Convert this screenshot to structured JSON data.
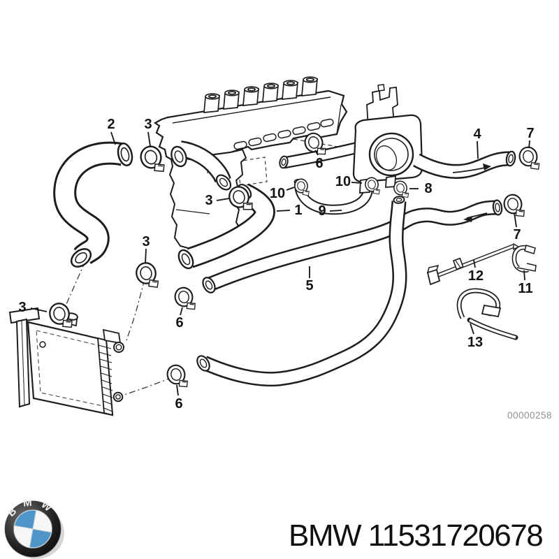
{
  "diagram": {
    "watermark": "00000258",
    "ink_color": "#1d1d1d",
    "callouts": [
      {
        "label": "2"
      },
      {
        "label": "3"
      },
      {
        "label": "3"
      },
      {
        "label": "3"
      },
      {
        "label": "3"
      },
      {
        "label": "1"
      },
      {
        "label": "9"
      },
      {
        "label": "10"
      },
      {
        "label": "10"
      },
      {
        "label": "6"
      },
      {
        "label": "8"
      },
      {
        "label": "4"
      },
      {
        "label": "7"
      },
      {
        "label": "7"
      },
      {
        "label": "12"
      },
      {
        "label": "11"
      },
      {
        "label": "13"
      },
      {
        "label": "5"
      },
      {
        "label": "6"
      },
      {
        "label": "6"
      }
    ]
  },
  "footer": {
    "brand": "BMW",
    "part_number": "11531720678",
    "logo_text": "BMW",
    "logo_colors": {
      "ring": "#101010",
      "blue": "#4f95c8",
      "white": "#f4f6f8"
    }
  }
}
